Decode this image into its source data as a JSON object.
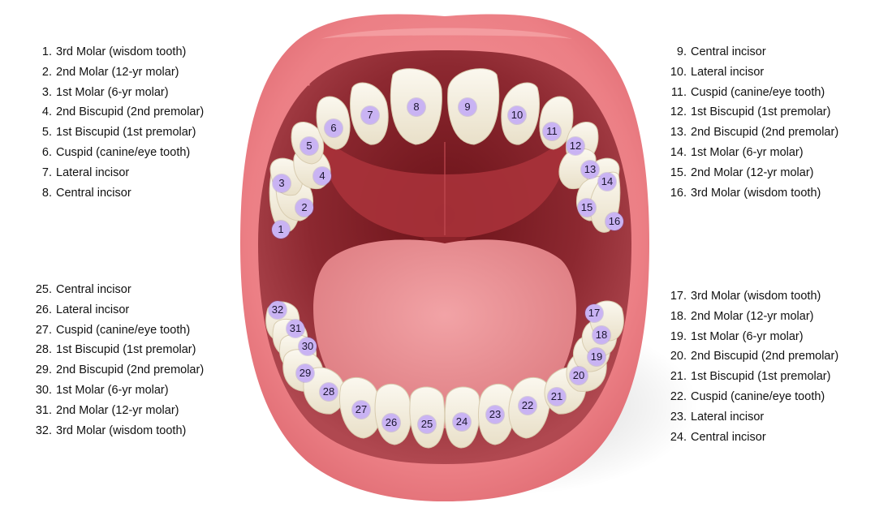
{
  "legend_upper_left": [
    {
      "num": "1.",
      "label": "3rd Molar (wisdom tooth)"
    },
    {
      "num": "2.",
      "label": "2nd Molar (12-yr molar)"
    },
    {
      "num": "3.",
      "label": "1st Molar (6-yr molar)"
    },
    {
      "num": "4.",
      "label": "2nd Biscupid (2nd premolar)"
    },
    {
      "num": "5.",
      "label": "1st Biscupid (1st premolar)"
    },
    {
      "num": "6.",
      "label": "Cuspid (canine/eye tooth)"
    },
    {
      "num": "7.",
      "label": "Lateral incisor"
    },
    {
      "num": "8.",
      "label": "Central incisor"
    }
  ],
  "legend_upper_right": [
    {
      "num": "9.",
      "label": "Central incisor"
    },
    {
      "num": "10.",
      "label": "Lateral incisor"
    },
    {
      "num": "11.",
      "label": "Cuspid (canine/eye tooth)"
    },
    {
      "num": "12.",
      "label": "1st Biscupid (1st premolar)"
    },
    {
      "num": "13.",
      "label": "2nd Biscupid (2nd premolar)"
    },
    {
      "num": "14.",
      "label": "1st Molar (6-yr molar)"
    },
    {
      "num": "15.",
      "label": "2nd Molar (12-yr molar)"
    },
    {
      "num": "16.",
      "label": "3rd Molar (wisdom tooth)"
    }
  ],
  "legend_lower_left": [
    {
      "num": "25.",
      "label": "Central incisor"
    },
    {
      "num": "26.",
      "label": "Lateral incisor"
    },
    {
      "num": "27.",
      "label": "Cuspid (canine/eye tooth)"
    },
    {
      "num": "28.",
      "label": "1st Biscupid (1st premolar)"
    },
    {
      "num": "29.",
      "label": "2nd Biscupid (2nd premolar)"
    },
    {
      "num": "30.",
      "label": "1st Molar (6-yr molar)"
    },
    {
      "num": "31.",
      "label": "2nd Molar (12-yr molar)"
    },
    {
      "num": "32.",
      "label": "3rd Molar (wisdom tooth)"
    }
  ],
  "legend_lower_right": [
    {
      "num": "17.",
      "label": "3rd Molar (wisdom tooth)"
    },
    {
      "num": "18.",
      "label": "2nd Molar (12-yr molar)"
    },
    {
      "num": "19.",
      "label": "1st Molar (6-yr molar)"
    },
    {
      "num": "20.",
      "label": "2nd Biscupid (2nd premolar)"
    },
    {
      "num": "21.",
      "label": "1st Biscupid (1st premolar)"
    },
    {
      "num": "22.",
      "label": "Cuspid (canine/eye tooth)"
    },
    {
      "num": "23.",
      "label": "Lateral incisor"
    },
    {
      "num": "24.",
      "label": "Central incisor"
    }
  ],
  "tooth_badges": [
    "1",
    "2",
    "3",
    "4",
    "5",
    "6",
    "7",
    "8",
    "9",
    "10",
    "11",
    "12",
    "13",
    "14",
    "15",
    "16",
    "17",
    "18",
    "19",
    "20",
    "21",
    "22",
    "23",
    "24",
    "25",
    "26",
    "27",
    "28",
    "29",
    "30",
    "31",
    "32"
  ],
  "colors": {
    "lip": "#f08a8f",
    "lip_highlight": "#f9b3b5",
    "inner_mouth": "#7d1d24",
    "palate": "#a8323a",
    "tongue": "#ea8f92",
    "tooth": "#f6f1e4",
    "badge": "#c9b3f3"
  }
}
